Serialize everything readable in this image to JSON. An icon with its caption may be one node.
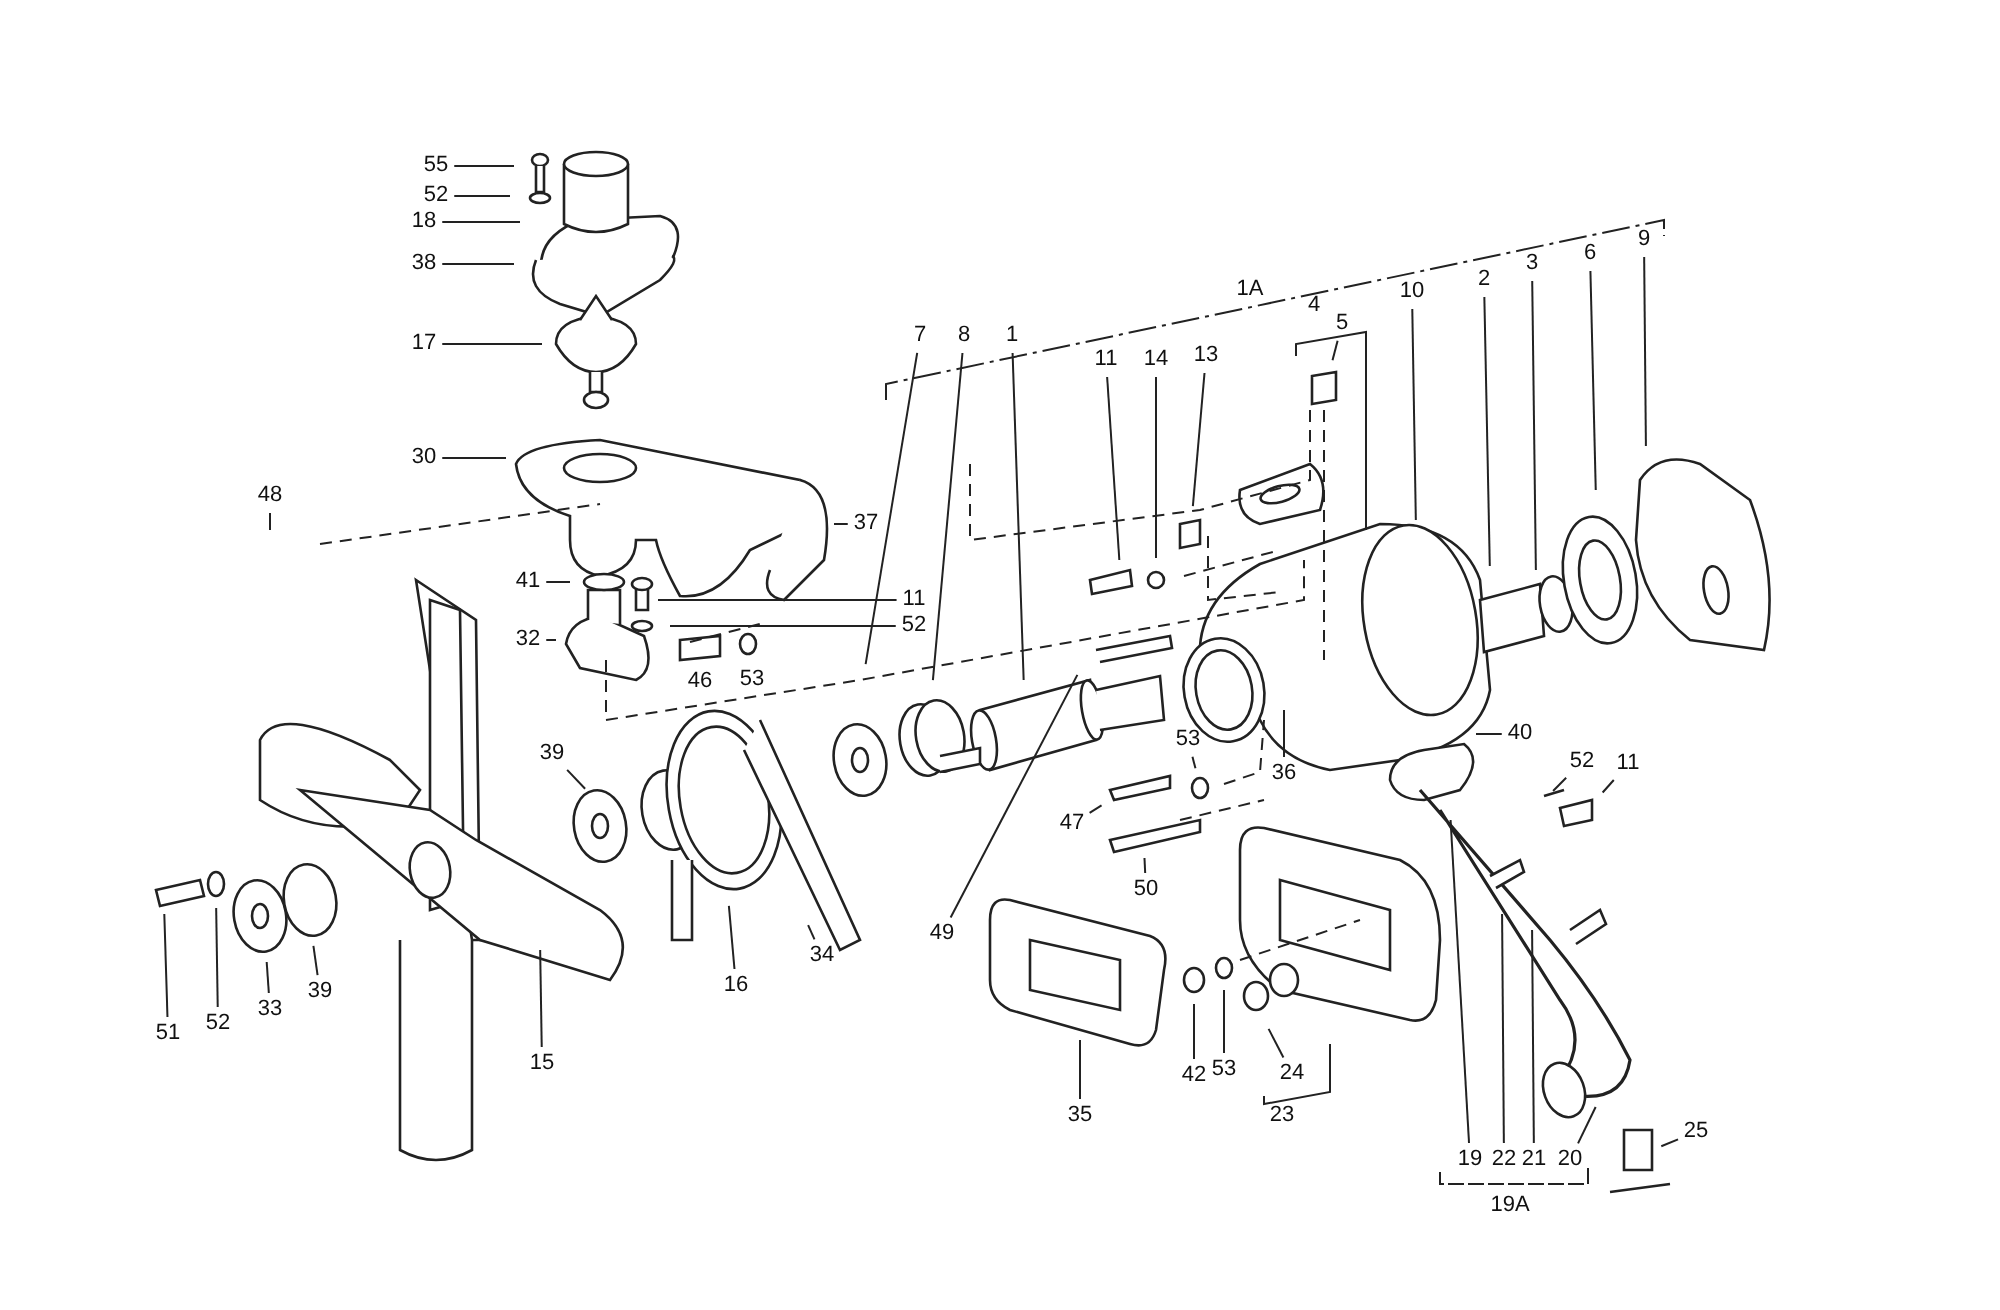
{
  "diagram": {
    "nodes": [
      {
        "text": [
          "55"
        ]
      },
      {
        "text": [
          "52"
        ]
      },
      {
        "text": [
          "18"
        ]
      },
      {
        "text": [
          "38"
        ]
      },
      {
        "text": [
          "17"
        ]
      },
      {
        "text": [
          "30"
        ]
      },
      {
        "text": [
          "48"
        ]
      },
      {
        "text": [
          "9"
        ]
      },
      {
        "text": [
          "3"
        ]
      },
      {
        "text": [
          "6"
        ]
      },
      {
        "text": [
          "2"
        ]
      },
      {
        "text": [
          "10"
        ]
      },
      {
        "text": [
          "5"
        ]
      },
      {
        "text": [
          "7"
        ]
      },
      {
        "text": [
          "8"
        ]
      },
      {
        "text": [
          "1"
        ]
      },
      {
        "text": [
          "11"
        ]
      },
      {
        "text": [
          "14"
        ]
      },
      {
        "text": [
          "13"
        ]
      },
      {
        "text": [
          "37"
        ]
      },
      {
        "text": [
          "41"
        ]
      },
      {
        "text": [
          "11"
        ]
      },
      {
        "text": [
          "52"
        ]
      },
      {
        "text": [
          "32"
        ]
      },
      {
        "text": [
          "40"
        ]
      },
      {
        "text": [
          "53"
        ]
      },
      {
        "text": [
          "36"
        ]
      },
      {
        "text": [
          "39"
        ]
      },
      {
        "text": [
          "52"
        ]
      },
      {
        "text": [
          "11"
        ]
      },
      {
        "text": [
          "47"
        ]
      },
      {
        "text": [
          "50"
        ]
      },
      {
        "text": [
          "49"
        ]
      },
      {
        "text": [
          "34"
        ]
      },
      {
        "text": [
          "16"
        ]
      },
      {
        "text": [
          "39"
        ]
      },
      {
        "text": [
          "33"
        ]
      },
      {
        "text": [
          "52"
        ]
      },
      {
        "text": [
          "51"
        ]
      },
      {
        "text": [
          "15"
        ]
      },
      {
        "text": [
          "35"
        ]
      },
      {
        "text": [
          "42"
        ]
      },
      {
        "text": [
          "53"
        ]
      },
      {
        "text": [
          "24"
        ]
      },
      {
        "text": [
          "19"
        ]
      },
      {
        "text": [
          "22"
        ]
      },
      {
        "text": [
          "21"
        ]
      },
      {
        "text": [
          "20"
        ]
      },
      {
        "text": [
          "25"
        ]
      }
    ],
    "edges": [
      {
        "from": 0,
        "to": null,
        "arrow": "none"
      },
      {
        "from": 1,
        "to": null,
        "arrow": "none"
      },
      {
        "from": 2,
        "to": null,
        "arrow": "none"
      },
      {
        "from": 3,
        "to": null,
        "arrow": "none"
      },
      {
        "from": 4,
        "to": null,
        "arrow": "none"
      },
      {
        "from": 5,
        "to": null,
        "arrow": "none"
      },
      {
        "from": 6,
        "to": null,
        "arrow": "none"
      },
      {
        "from": 7,
        "to": null,
        "arrow": "none"
      },
      {
        "from": 8,
        "to": null,
        "arrow": "none"
      },
      {
        "from": 9,
        "to": null,
        "arrow": "none"
      },
      {
        "from": 10,
        "to": null,
        "arrow": "none"
      },
      {
        "from": 11,
        "to": null,
        "arrow": "none"
      },
      {
        "from": 12,
        "to": null,
        "arrow": "none"
      },
      {
        "from": 13,
        "to": null,
        "arrow": "none"
      },
      {
        "from": 14,
        "to": null,
        "arrow": "none"
      },
      {
        "from": 15,
        "to": null,
        "arrow": "none"
      },
      {
        "from": 16,
        "to": null,
        "arrow": "none"
      },
      {
        "from": 17,
        "to": null,
        "arrow": "none"
      },
      {
        "from": 18,
        "to": null,
        "arrow": "none"
      },
      {
        "from": 19,
        "to": null,
        "arrow": "none"
      },
      {
        "from": 20,
        "to": null,
        "arrow": "none"
      },
      {
        "from": 21,
        "to": null,
        "arrow": "none"
      },
      {
        "from": 22,
        "to": null,
        "arrow": "none"
      },
      {
        "from": 23,
        "to": null,
        "arrow": "none"
      },
      {
        "from": 24,
        "to": null,
        "arrow": "none"
      },
      {
        "from": 25,
        "to": null,
        "arrow": "none"
      },
      {
        "from": 26,
        "to": null,
        "arrow": "none"
      },
      {
        "from": 27,
        "to": null,
        "arrow": "none"
      },
      {
        "from": 28,
        "to": null,
        "arrow": "none"
      },
      {
        "from": 29,
        "to": null,
        "arrow": "none"
      },
      {
        "from": 30,
        "to": null,
        "arrow": "none"
      },
      {
        "from": 31,
        "to": null,
        "arrow": "none"
      },
      {
        "from": 32,
        "to": null,
        "arrow": "none"
      },
      {
        "from": 33,
        "to": null,
        "arrow": "none"
      },
      {
        "from": 34,
        "to": null,
        "arrow": "none"
      },
      {
        "from": 35,
        "to": null,
        "arrow": "none"
      },
      {
        "from": 36,
        "to": null,
        "arrow": "none"
      },
      {
        "from": 37,
        "to": null,
        "arrow": "none"
      },
      {
        "from": 38,
        "to": null,
        "arrow": "none"
      },
      {
        "from": 39,
        "to": null,
        "arrow": "none"
      },
      {
        "from": 40,
        "to": null,
        "arrow": "none"
      },
      {
        "from": 41,
        "to": null,
        "arrow": "none"
      },
      {
        "from": 42,
        "to": null,
        "arrow": "none"
      },
      {
        "from": 43,
        "to": null,
        "arrow": "none"
      },
      {
        "from": 44,
        "to": null,
        "arrow": "none"
      },
      {
        "from": 45,
        "to": null,
        "arrow": "none"
      },
      {
        "from": 46,
        "to": null,
        "arrow": "none"
      },
      {
        "from": 47,
        "to": null,
        "arrow": "none"
      },
      {
        "from": 48,
        "to": null,
        "arrow": "none"
      }
    ],
    "labels": [
      "1A",
      "4",
      "46",
      "53",
      "23",
      "19A"
    ]
  }
}
